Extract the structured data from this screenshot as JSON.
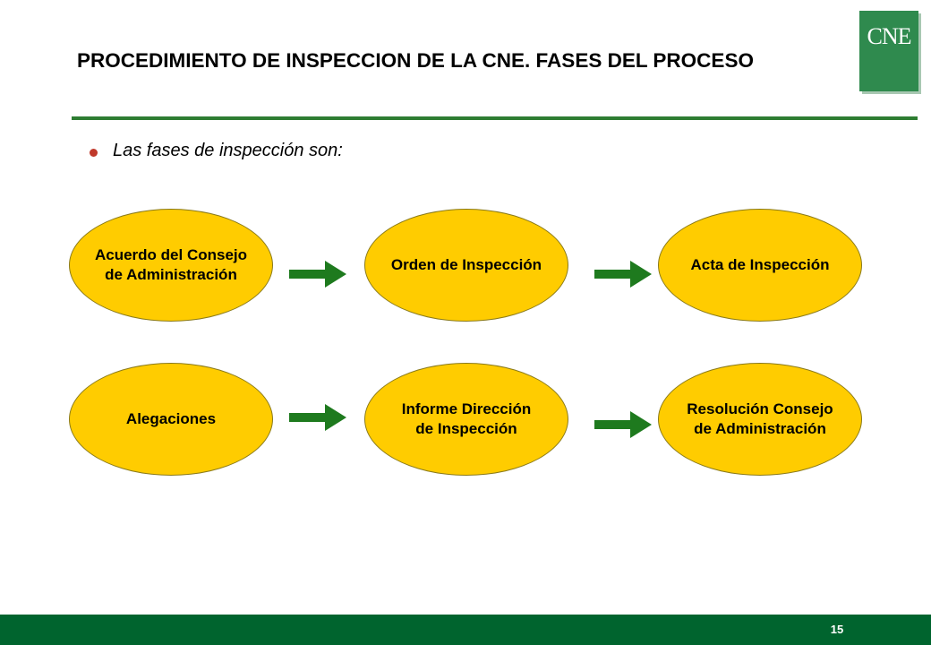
{
  "title": "PROCEDIMIENTO DE INSPECCION DE LA CNE. FASES DEL PROCESO",
  "logo": {
    "text": "CNE"
  },
  "intro": "Las fases de inspección son:",
  "flow": {
    "row1": [
      {
        "line1": "Acuerdo del Consejo",
        "line2": "de Administración"
      },
      {
        "line1": "Orden de Inspección",
        "line2": ""
      },
      {
        "line1": "Acta de Inspección",
        "line2": ""
      }
    ],
    "row2": [
      {
        "line1": "Alegaciones",
        "line2": ""
      },
      {
        "line1": "Informe Dirección",
        "line2": "de Inspección"
      },
      {
        "line1": "Resolución Consejo",
        "line2": "de Administración"
      }
    ]
  },
  "colors": {
    "node_fill": "#ffcc00",
    "arrow": "#1e7a1e",
    "footer": "#00642e",
    "rule": "#2e7d32",
    "bullet": "#c0392b"
  },
  "page_number": "15"
}
